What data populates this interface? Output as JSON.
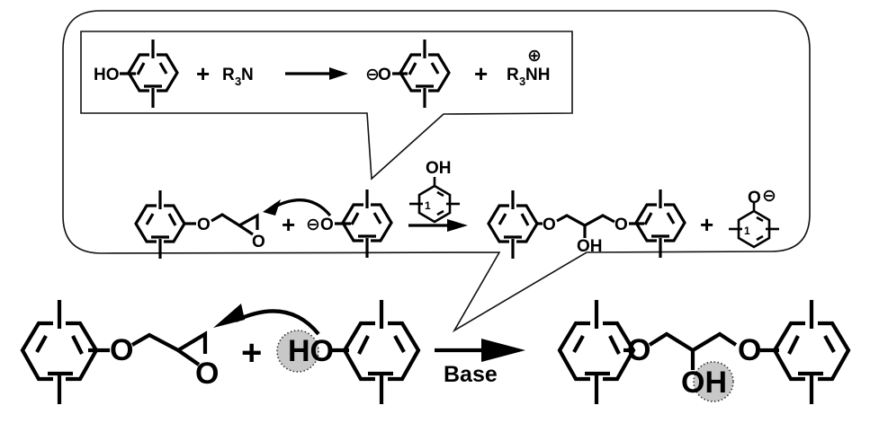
{
  "figure": {
    "type": "reaction-scheme",
    "description": "Base-catalyzed epoxy-phenol ring-opening reaction with mechanism callout"
  },
  "colors": {
    "ink": "#000000",
    "highlight_fill": "#c8c8c8",
    "background": "#ffffff"
  },
  "main_reaction": {
    "reactant1": {
      "ether_O": "O",
      "epoxide_O": "O"
    },
    "plus": "+",
    "reactant2": {
      "hydroxyl": "HO"
    },
    "arrow_label": "Base",
    "product": {
      "ether_O_left": "O",
      "ether_O_right": "O",
      "hydroxyl": "OH"
    }
  },
  "callout": {
    "deprotonation": {
      "reactant_hydroxyl": "HO",
      "plus1": "+",
      "base": {
        "main": "R",
        "sub": "3",
        "atom": "N"
      },
      "phenoxide_O": "O",
      "phenoxide_charge": "⊖",
      "plus2": "+",
      "conjugate_acid": {
        "main": "R",
        "sub": "3",
        "atom": "NH",
        "charge": "⊕"
      }
    },
    "mechanism": {
      "reactant1": {
        "ether_O": "O",
        "epoxide_O": "O"
      },
      "plus": "+",
      "nucleophile_charge": "⊖",
      "nucleophile_O": "O",
      "arrow_reagent": {
        "hydroxyl": "OH",
        "ring_locant": "1"
      },
      "product": {
        "ether_O_left": "O",
        "ether_O_right": "O",
        "hydroxyl": "OH"
      },
      "plus2": "+",
      "byproduct": {
        "oxygen": "O",
        "charge": "⊖",
        "ring_locant": "1"
      }
    }
  }
}
